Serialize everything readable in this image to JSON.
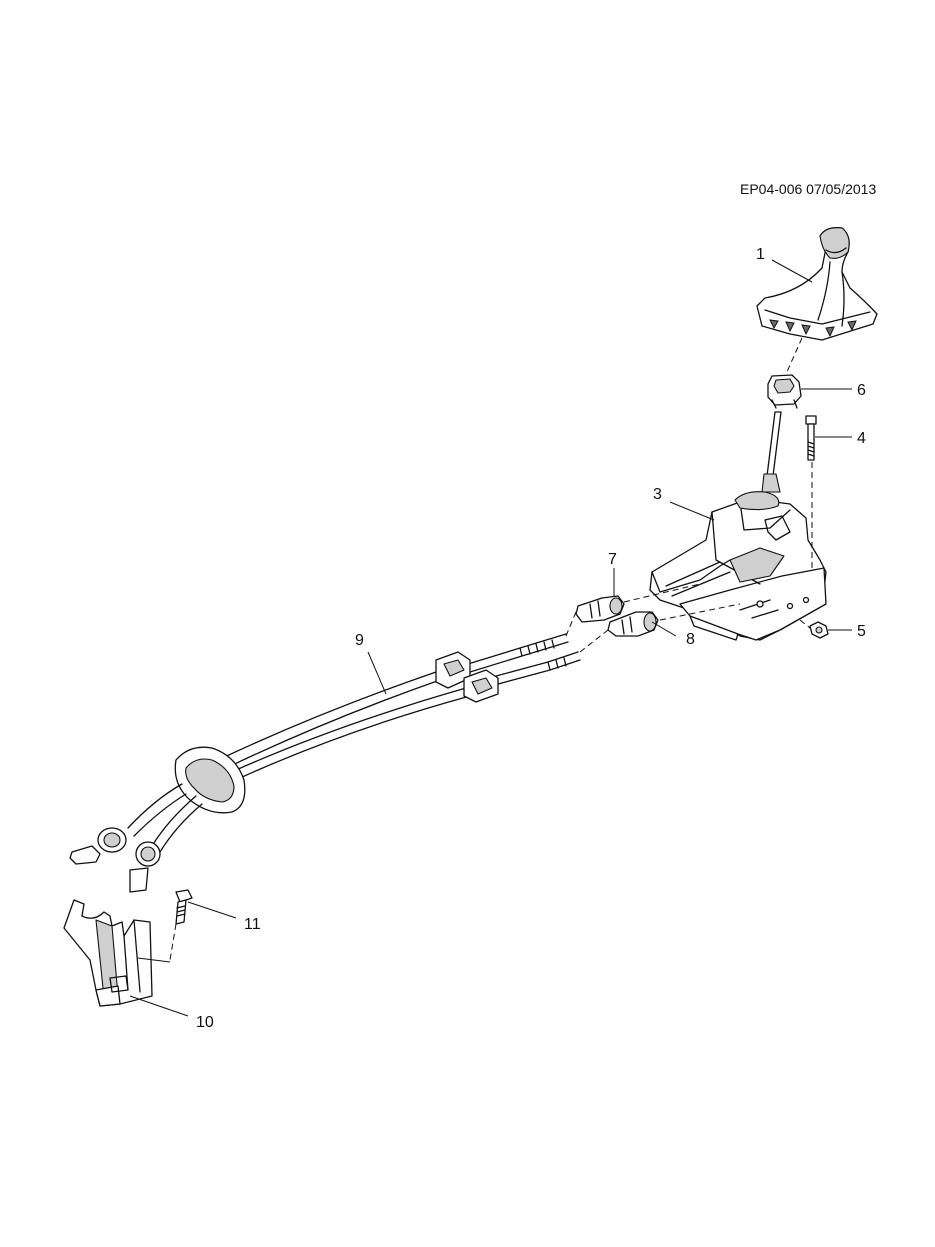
{
  "reference": "EP04-006 07/05/2013",
  "callouts": [
    "1",
    "3",
    "4",
    "5",
    "6",
    "7",
    "8",
    "9",
    "10",
    "11"
  ]
}
